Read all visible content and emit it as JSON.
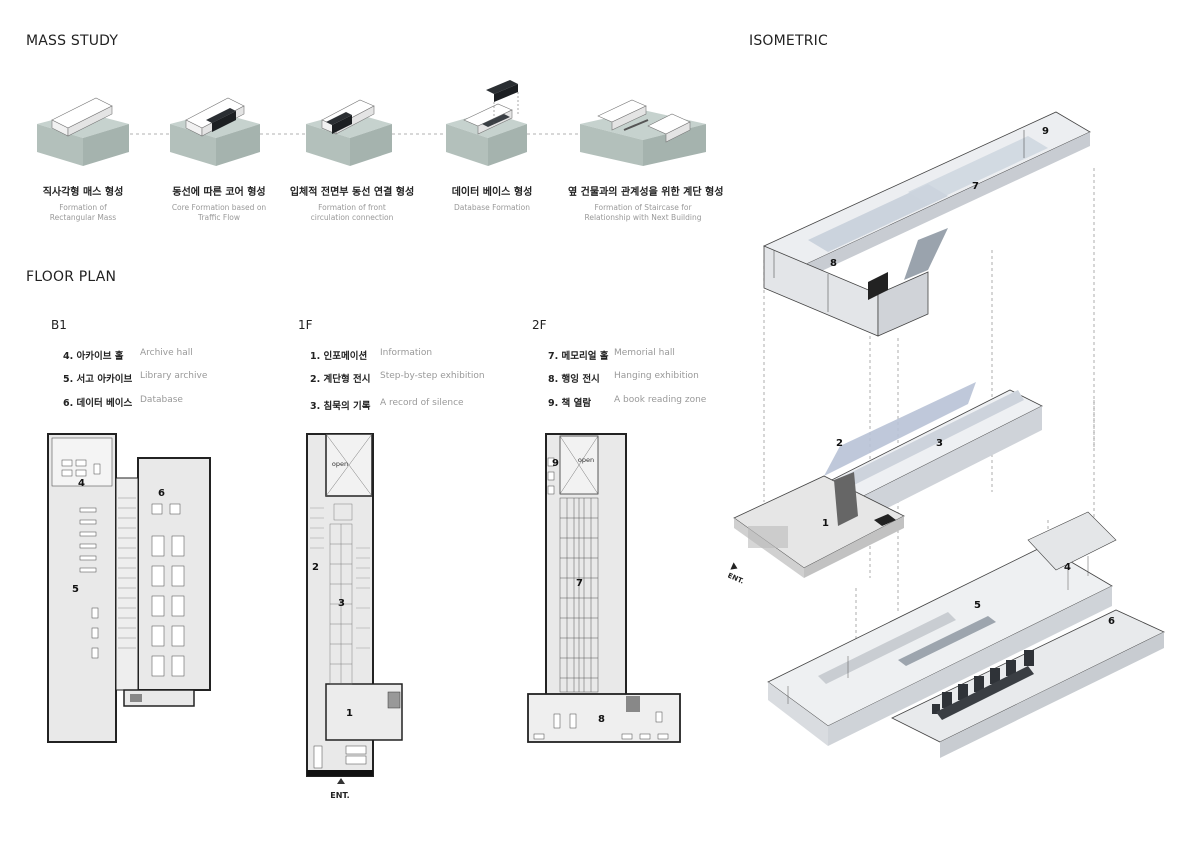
{
  "titles": {
    "mass_study": "MASS STUDY",
    "isometric": "ISOMETRIC",
    "floor_plan": "FLOOR PLAN"
  },
  "mass_study": [
    {
      "kr": "직사각형 매스 형성",
      "en": "Formation of\nRectangular Mass"
    },
    {
      "kr": "동선에 따른 코어 형성",
      "en": "Core Formation based on\nTraffic Flow"
    },
    {
      "kr": "입체적 전면부 동선 연결 형성",
      "en": "Formation of front\ncirculation connection"
    },
    {
      "kr": "데이터 베이스 형성",
      "en": "Database Formation"
    },
    {
      "kr": "옆 건물과의 관계성을 위한 계단 형성",
      "en": "Formation of Staircase for\nRelationship with Next Building"
    }
  ],
  "levels": {
    "b1": {
      "name": "B1",
      "items": [
        {
          "kr": "4. 아카이브 홀",
          "en": "Archive hall"
        },
        {
          "kr": "5. 서고 아카이브",
          "en": "Library archive"
        },
        {
          "kr": "6. 데이터 베이스",
          "en": "Database"
        }
      ]
    },
    "f1": {
      "name": "1F",
      "items": [
        {
          "kr": "1. 인포메이션",
          "en": "Information"
        },
        {
          "kr": "2. 계단형 전시",
          "en": "Step-by-step exhibition"
        },
        {
          "kr": "3. 침묵의 기록",
          "en": "A record of silence"
        }
      ]
    },
    "f2": {
      "name": "2F",
      "items": [
        {
          "kr": "7. 메모리얼 홀",
          "en": "Memorial hall"
        },
        {
          "kr": "8. 행잉 전시",
          "en": "Hanging exhibition"
        },
        {
          "kr": "9. 책 열람",
          "en": "A book reading zone"
        }
      ]
    }
  },
  "plan_labels": {
    "b1": {
      "n4": "4",
      "n5": "5",
      "n6": "6"
    },
    "f1": {
      "open": "open",
      "n1": "1",
      "n2": "2",
      "n3": "3",
      "ent": "ENT."
    },
    "f2": {
      "open": "open",
      "n7": "7",
      "n8": "8",
      "n9": "9"
    }
  },
  "iso_labels": {
    "n1": "1",
    "n2": "2",
    "n3": "3",
    "n4": "4",
    "n5": "5",
    "n6": "6",
    "n7": "7",
    "n8": "8",
    "n9": "9",
    "ent": "ENT."
  },
  "colors": {
    "site": "#c6d2ce",
    "site_side": "#a9b7b2",
    "core": "#2b2f33",
    "wall": "#1e1e1e",
    "floor": "#e7e7e7",
    "glass": "#b8c2cf"
  }
}
